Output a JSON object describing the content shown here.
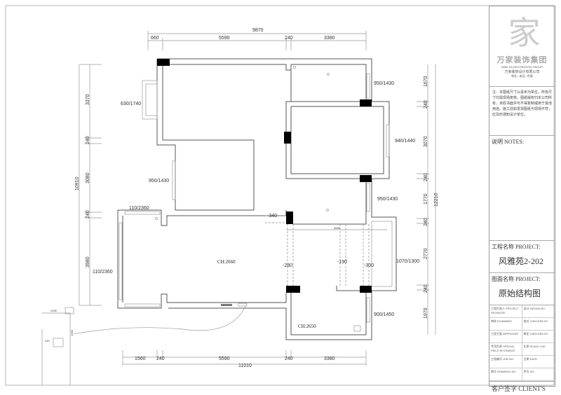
{
  "plan": {
    "top_dims": {
      "total": "9870",
      "parts": [
        "660",
        "5590",
        "240",
        "3380"
      ]
    },
    "bottom_dims": {
      "total": "11010",
      "parts": [
        "1560",
        "240",
        "5590",
        "240",
        "3380"
      ]
    },
    "left_dims": {
      "total": "10910",
      "parts": [
        "3370",
        "240",
        "3080",
        "240",
        "3980"
      ]
    },
    "right_dims": {
      "total": "12210",
      "parts": [
        "1670",
        "240",
        "3070",
        "240",
        "1770",
        "240",
        "2770",
        "240",
        "1970"
      ]
    },
    "windows": [
      "630/1740",
      "950/1430",
      "950/1430",
      "940/1440",
      "950/1430",
      "110/2360",
      "110/2360",
      "1070/1300",
      "900/1450"
    ],
    "ceiling_heights": [
      "CH:2660",
      "CH:2650"
    ],
    "beams": [
      "-340",
      "-280",
      "-190",
      "-300"
    ],
    "beam_span": "4590",
    "small_dims": [
      "1030",
      "410",
      "1780"
    ]
  },
  "title_block": {
    "brand": "万家装饰集团",
    "brand_en": "WAN JIA DECORATION GROUP",
    "company": "万家装饰设计有限公司",
    "company_line2": "地址 / 电话 / 传真",
    "note": "注：本图纸尺寸以毫米为单位，所有尺寸均需现场复核。图纸版权归本公司所有，未经书面许可不得复制或用于其他用途。施工前如发现图纸与现场不符，应及时通知设计单位。",
    "notes_label": "说明  NOTES:",
    "project_label": "工程名称 PROJECT:",
    "project_value": "风雅苑2-202",
    "drawing_label": "图面名称 PROJECT:",
    "drawing_value": "原始结构图",
    "fields": [
      "工程负责人 PROJECT SPONSOR",
      "设计 DESIGN BY",
      "审核 EXAMINED",
      "校对 CHECKED BY",
      "工程主管 APPROVED",
      "审定 CHECKED BY",
      "专项负责 SPECIAL FIELD IN CHARGE",
      "比例 SCALE 1:60",
      "工程编号 JOB NO.",
      "日期 DATE",
      "图号 DRAWING NO.",
      "序号 NO."
    ],
    "client_label": "客户签字 CLIENT'S"
  }
}
